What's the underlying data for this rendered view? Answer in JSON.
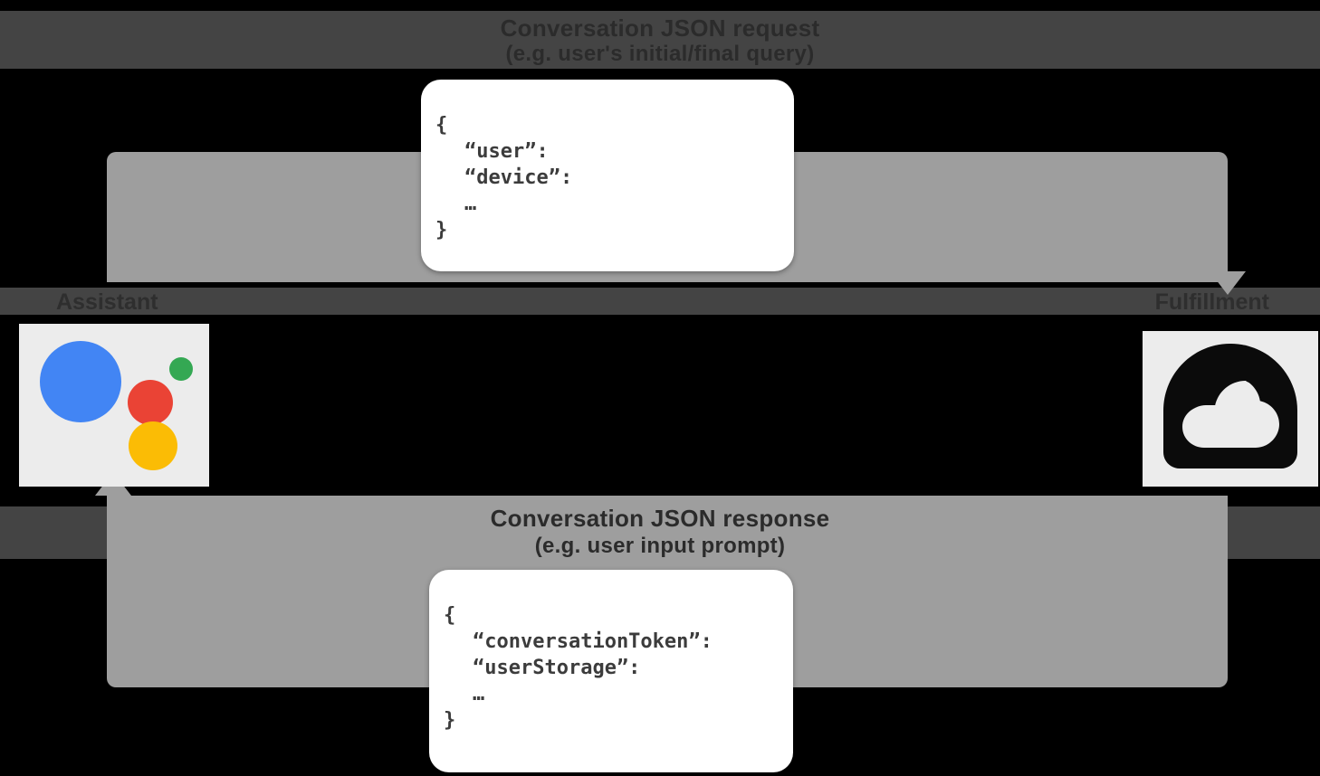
{
  "diagram": {
    "request": {
      "title": "Conversation JSON request",
      "subtitle": "(e.g. user's initial/final query)",
      "json_lines": [
        "{",
        "“user”:",
        "“device”:",
        "…",
        "}"
      ]
    },
    "response": {
      "title": "Conversation JSON response",
      "subtitle": "(e.g. user input prompt)",
      "json_lines": [
        "{",
        "“conversationToken”:",
        "“userStorage”:",
        "…",
        "}"
      ]
    },
    "endpoints": {
      "left_label": "Assistant",
      "right_label": "Fulfillment"
    },
    "colors": {
      "band": "#444444",
      "flow_arrow": "#9e9e9e",
      "tile": "#ececec",
      "card": "#ffffff",
      "assistant_blue": "#4285F4",
      "assistant_red": "#EA4335",
      "assistant_yellow": "#FBBC05",
      "assistant_green": "#34A853",
      "cloud_dark": "#0b0b0b"
    }
  }
}
